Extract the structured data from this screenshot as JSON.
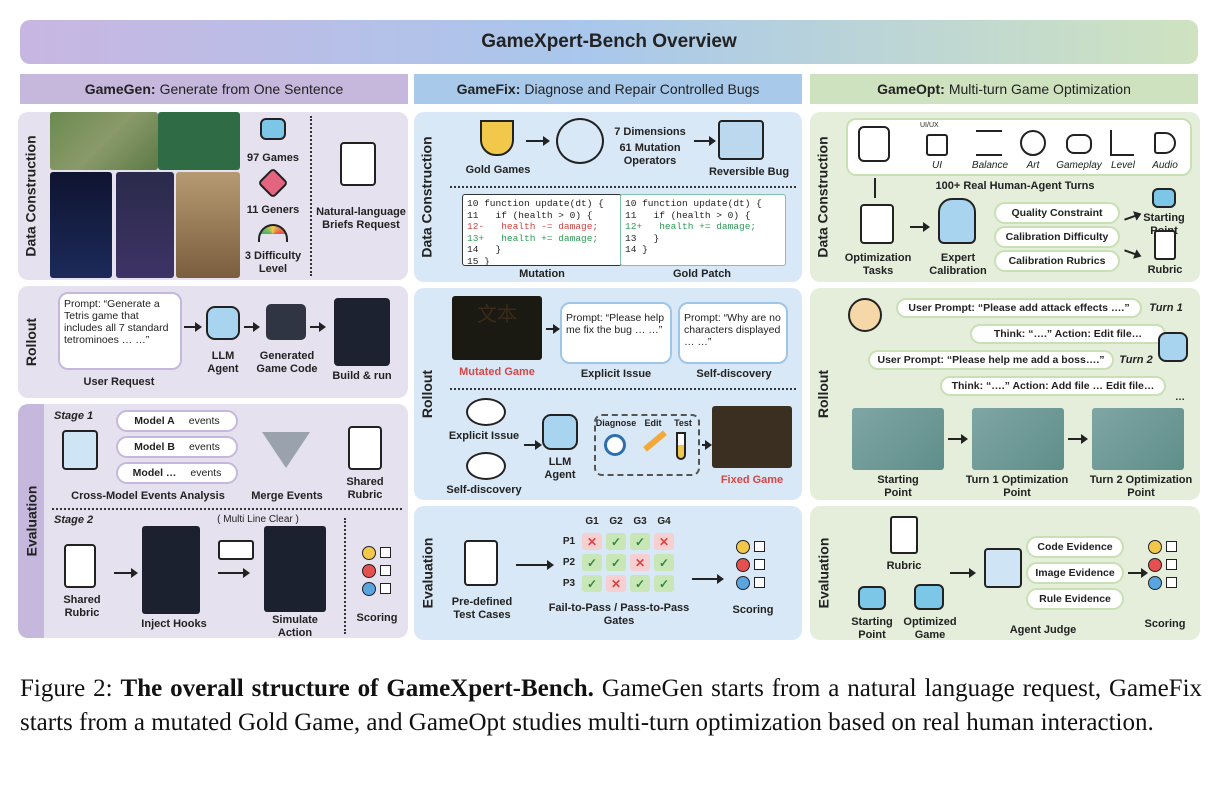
{
  "banner_title": "GameXpert-Bench Overview",
  "columns": {
    "gen": {
      "name": "GameGen:",
      "desc": "Generate from One Sentence"
    },
    "fix": {
      "name": "GameFix:",
      "desc": "Diagnose and Repair Controlled Bugs"
    },
    "opt": {
      "name": "GameOpt:",
      "desc": "Multi-turn Game Optimization"
    }
  },
  "row_labels": {
    "data": "Data Construction",
    "rollout": "Rollout",
    "eval": "Evaluation"
  },
  "gen": {
    "data": {
      "games": "97 Games",
      "geners": "11 Geners",
      "difficulty": "3 Difficulty Level",
      "briefs": "Natural-language Briefs Request"
    },
    "rollout": {
      "prompt": "Prompt: “Generate a Tetris game that includes all 7 standard tetrominoes … …”",
      "user_request": "User Request",
      "agent": "LLM Agent",
      "code": "Generated Game Code",
      "build": "Build & run"
    },
    "eval": {
      "stage1": "Stage 1",
      "models": [
        {
          "name": "Model A",
          "ev": "events"
        },
        {
          "name": "Model B",
          "ev": "events"
        },
        {
          "name": "Model …",
          "ev": "events"
        }
      ],
      "cross": "Cross-Model Events Analysis",
      "merge": "Merge Events",
      "shared_rubric": "Shared Rubric",
      "stage2": "Stage 2",
      "multiline": "( Multi Line Clear )",
      "shared_rubric2": "Shared Rubric",
      "inject": "Inject Hooks",
      "simulate": "Simulate Action",
      "scoring": "Scoring"
    }
  },
  "fix": {
    "data": {
      "gold_games": "Gold Games",
      "dims": "7 Dimensions",
      "ops": "61 Mutation Operators",
      "reversible": "Reversible Bug",
      "mutation": "Mutation",
      "gold_patch": "Gold Patch"
    },
    "code_mut": [
      {
        "n": "10",
        "t": " function update(dt) {",
        "c": ""
      },
      {
        "n": "11",
        "t": "   if (health > 0) {",
        "c": ""
      },
      {
        "n": "12",
        "t": "-   health -= damage;",
        "c": "red"
      },
      {
        "n": "13",
        "t": "+   health += damage;",
        "c": "grn"
      },
      {
        "n": "14",
        "t": "   }",
        "c": ""
      },
      {
        "n": "15",
        "t": " }",
        "c": ""
      }
    ],
    "code_gold": [
      {
        "n": "10",
        "t": " function update(dt) {",
        "c": ""
      },
      {
        "n": "11",
        "t": "   if (health > 0) {",
        "c": ""
      },
      {
        "n": "12",
        "t": "+   health += damage;",
        "c": "grn"
      },
      {
        "n": "13",
        "t": "   }",
        "c": ""
      },
      {
        "n": "14",
        "t": " }",
        "c": ""
      }
    ],
    "rollout": {
      "mutated": "Mutated Game",
      "explicit_prompt": "Prompt: “Please help me fix the bug … …”",
      "explicit_issue": "Explicit Issue",
      "self_prompt": "Prompt: “Why are no characters displayed … …”",
      "self_discovery": "Self-discovery",
      "explicit_issue2": "Explicit Issue",
      "self_discovery2": "Self-discovery",
      "agent": "LLM Agent",
      "diagnose": "Diagnose",
      "edit": "Edit",
      "test": "Test",
      "fixed": "Fixed Game",
      "game_text": "文本"
    },
    "eval": {
      "tests": "Pre-defined Test Cases",
      "gates": "Fail-to-Pass / Pass-to-Pass Gates",
      "scoring": "Scoring",
      "cols": [
        "G1",
        "G2",
        "G3",
        "G4"
      ],
      "rows": [
        {
          "p": "P1",
          "v": [
            "x",
            "v",
            "v",
            "x"
          ]
        },
        {
          "p": "P2",
          "v": [
            "v",
            "v",
            "x",
            "v"
          ]
        },
        {
          "p": "P3",
          "v": [
            "v",
            "x",
            "v",
            "v"
          ]
        }
      ]
    }
  },
  "opt": {
    "data": {
      "icon_labels": [
        "UI",
        "Balance",
        "Art",
        "Gameplay",
        "Level",
        "Audio"
      ],
      "ui_small": "UI/UX",
      "turns": "100+ Real Human-Agent Turns",
      "tasks": "Optimization Tasks",
      "expert": "Expert Calibration",
      "pills": [
        "Quality Constraint",
        "Calibration Difficulty",
        "Calibration Rubrics"
      ],
      "start": "Starting Point",
      "rubric": "Rubric"
    },
    "rollout": {
      "msgs": [
        {
          "text": "User Prompt: “Please add attack effects ….”",
          "turn": "Turn 1"
        },
        {
          "text": "Think: “….”  Action:  Edit file…",
          "turn": ""
        },
        {
          "text": "User Prompt: “Please help me add a boss….”",
          "turn": "Turn 2"
        },
        {
          "text": "Think: “….”  Action:  Add file … Edit file…",
          "turn": ""
        }
      ],
      "more": "…",
      "shots": [
        "Starting Point",
        "Turn 1 Optimization Point",
        "Turn 2 Optimization Point"
      ]
    },
    "eval": {
      "rubric": "Rubric",
      "start": "Starting Point",
      "optimized": "Optimized Game",
      "judge": "Agent Judge",
      "evidence": [
        "Code Evidence",
        "Image Evidence",
        "Rule Evidence"
      ],
      "scoring": "Scoring"
    }
  },
  "caption": {
    "prefix": "Figure 2:",
    "bold": "The overall structure of GameXpert-Bench.",
    "text": "GameGen starts from a natural language request, GameFix starts from a mutated Gold Game, and GameOpt studies multi-turn optimization based on real human interaction."
  },
  "colors": {
    "purple": "#e6e1ee",
    "blue": "#d9e8f6",
    "green": "#e4eedb",
    "accent_red": "#d84545"
  }
}
